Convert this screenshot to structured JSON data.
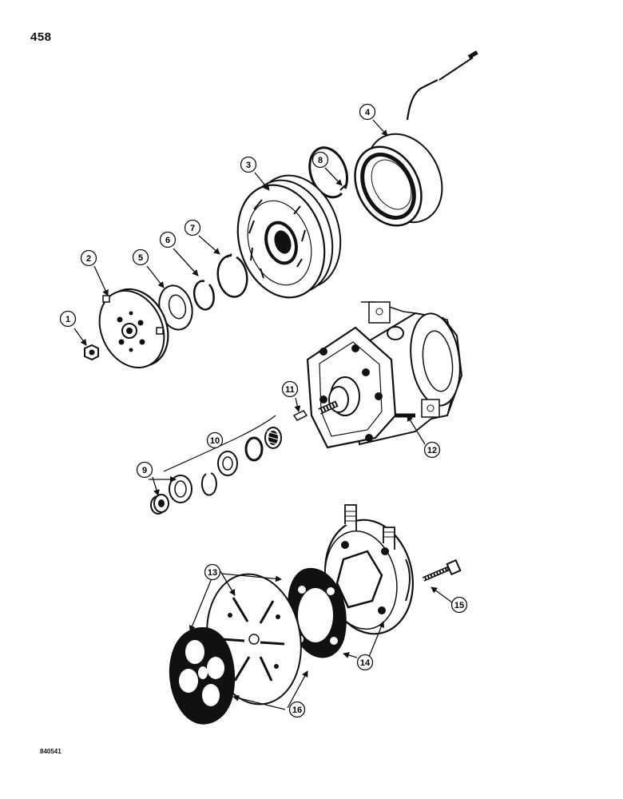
{
  "page_number": "458",
  "figure_code": "840541",
  "callouts": [
    {
      "id": "1",
      "label": "1"
    },
    {
      "id": "2",
      "label": "2"
    },
    {
      "id": "3",
      "label": "3"
    },
    {
      "id": "4",
      "label": "4"
    },
    {
      "id": "5",
      "label": "5"
    },
    {
      "id": "6",
      "label": "6"
    },
    {
      "id": "7",
      "label": "7"
    },
    {
      "id": "8",
      "label": "8"
    },
    {
      "id": "9",
      "label": "9"
    },
    {
      "id": "10",
      "label": "10"
    },
    {
      "id": "11",
      "label": "11"
    },
    {
      "id": "12",
      "label": "12"
    },
    {
      "id": "13",
      "label": "13"
    },
    {
      "id": "14",
      "label": "14"
    },
    {
      "id": "15",
      "label": "15"
    },
    {
      "id": "16",
      "label": "16"
    }
  ]
}
